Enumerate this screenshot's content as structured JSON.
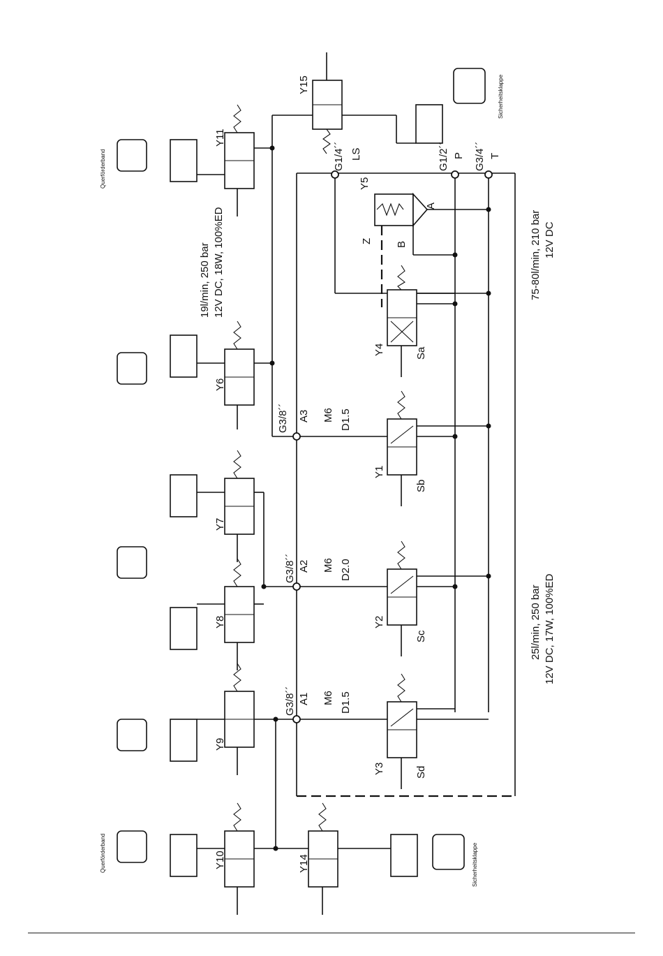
{
  "colors": {
    "ink": "#111111",
    "paper": "#ffffff"
  },
  "valves_top": {
    "y10": "Y10",
    "y9": "Y9",
    "y8": "Y8",
    "y7": "Y7",
    "y6": "Y6",
    "y11": "Y11",
    "y14": "Y14",
    "y15": "Y15"
  },
  "valves_main": {
    "y3": "Y3",
    "y2": "Y2",
    "y1": "Y1",
    "y4": "Y4",
    "y5": "Y5",
    "sd": "Sd",
    "sc": "Sc",
    "sb": "Sb",
    "sa": "Sa"
  },
  "ports": {
    "a1": "A1",
    "a2": "A2",
    "a3": "A3",
    "g38_a1": "G3/8´´",
    "g38_a2": "G3/8´´",
    "g38_a3": "G3/8´´",
    "m6_a1": "M6",
    "m6_a2": "M6",
    "m6_a3": "M6",
    "d_a1": "D1.5",
    "d_a2": "D2.0",
    "d_a3": "D1.5",
    "g14": "G1/4´´",
    "ls": "LS",
    "g12": "G1/2´´",
    "p": "P",
    "g34": "G3/4´´",
    "t": "T",
    "a": "A",
    "b": "B",
    "z": "Z"
  },
  "specs": {
    "top_line1": "19l/min, 250 bar",
    "top_line2": "12V DC, 18W, 100%ED",
    "bottom_line1": "25l/min, 250 bar",
    "bottom_line2": "12V DC, 17W, 100%ED",
    "pump_line1": "75-80l/min, 210 bar",
    "pump_line2": "12V DC"
  },
  "icons": {
    "left_caption": "Querförderband",
    "right_caption": "Querförderband",
    "flap_left_caption": "Sicherheitsklappe",
    "flap_right_caption": "Sicherheitsklappe"
  }
}
